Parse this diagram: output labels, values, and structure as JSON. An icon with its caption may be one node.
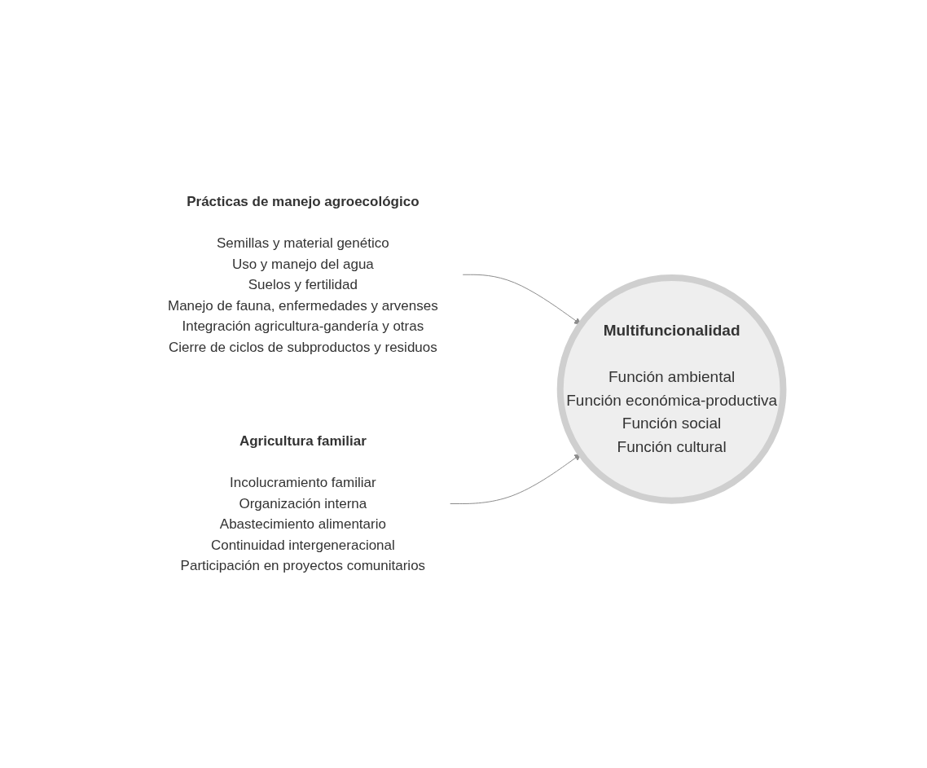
{
  "diagram": {
    "nodes": [
      {
        "text": [
          "Prácticas de manejo agroecológico",
          "Semillas y material genético",
          "Uso y manejo del agua",
          "Suelos y fertilidad",
          "Manejo de fauna, enfermedades y arvenses",
          "Integración agricultura-gandería y otras",
          "Cierre de ciclos de subproductos y residuos"
        ]
      },
      {
        "text": [
          "Agricultura familiar",
          "Incolucramiento familiar",
          "Organización interna",
          "Abastecimiento alimentario",
          "Continuidad intergeneracional",
          "Participación en proyectos comunitarios"
        ]
      },
      {
        "text": [
          "Multifuncionalidad",
          "Función ambiental",
          "Función económica-productiva",
          "Función social",
          "Función cultural"
        ]
      }
    ],
    "edges": [
      {
        "from": 0,
        "to": 2,
        "arrow": "to"
      },
      {
        "from": 1,
        "to": 2,
        "arrow": "to"
      }
    ]
  }
}
